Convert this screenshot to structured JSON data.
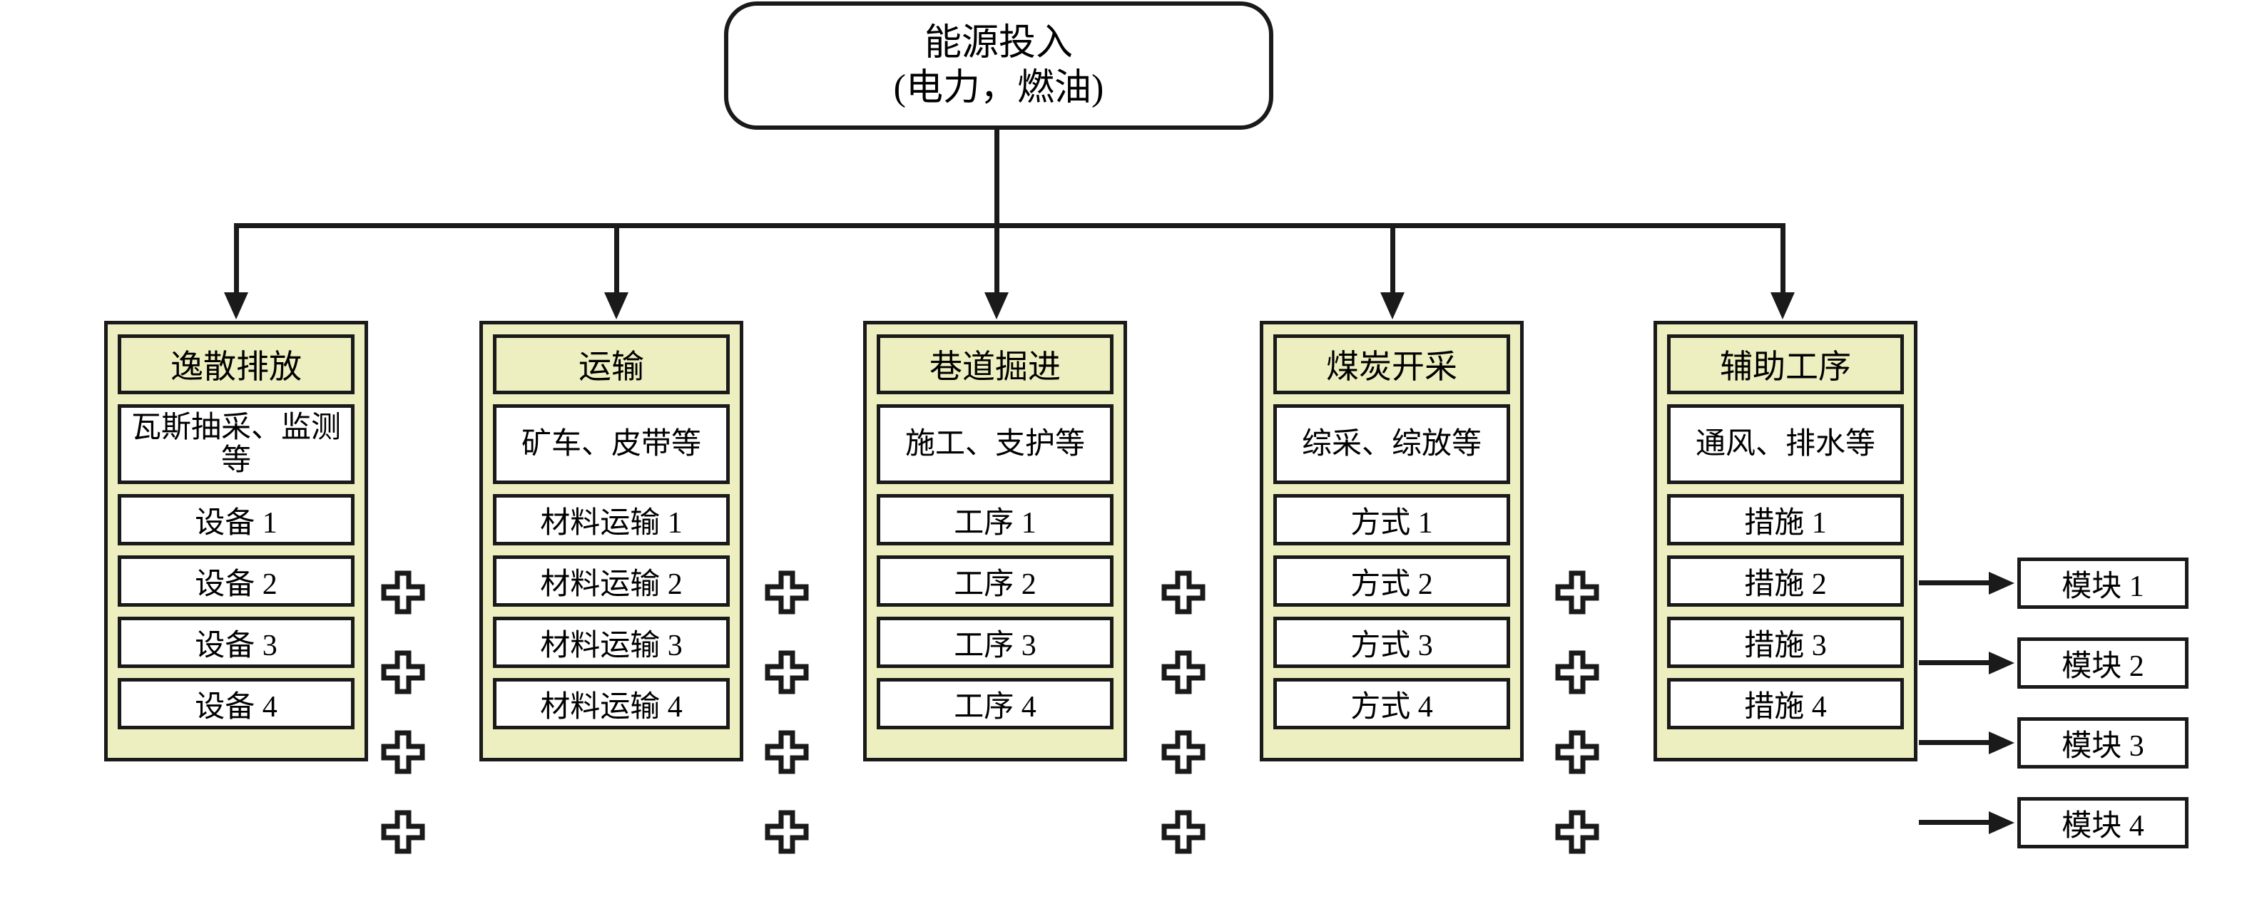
{
  "diagram": {
    "title_node": {
      "line1": "能源投入",
      "line2": "(电力，燃油)"
    },
    "colors": {
      "panel_fill": "#EDEFC0",
      "box_fill": "#FFFFFF",
      "stroke": "#1A1A1A"
    },
    "columns": [
      {
        "header": "逸散排放",
        "subtitle": "瓦斯抽采、监测等",
        "items": [
          "设备 1",
          "设备 2",
          "设备 3",
          "设备 4"
        ]
      },
      {
        "header": "运输",
        "subtitle": "矿车、皮带等",
        "items": [
          "材料运输 1",
          "材料运输 2",
          "材料运输 3",
          "材料运输 4"
        ]
      },
      {
        "header": "巷道掘进",
        "subtitle": "施工、支护等",
        "items": [
          "工序 1",
          "工序 2",
          "工序 3",
          "工序 4"
        ]
      },
      {
        "header": "煤炭开采",
        "subtitle": "综采、综放等",
        "items": [
          "方式 1",
          "方式 2",
          "方式 3",
          "方式 4"
        ]
      },
      {
        "header": "辅助工序",
        "subtitle": "通风、排水等",
        "items": [
          "措施 1",
          "措施 2",
          "措施 3",
          "措施 4"
        ]
      }
    ],
    "operators": {
      "symbol": "plus-sign",
      "count_per_row": 4,
      "rows": 4
    },
    "modules": [
      "模块 1",
      "模块 2",
      "模块 3",
      "模块 4"
    ]
  }
}
